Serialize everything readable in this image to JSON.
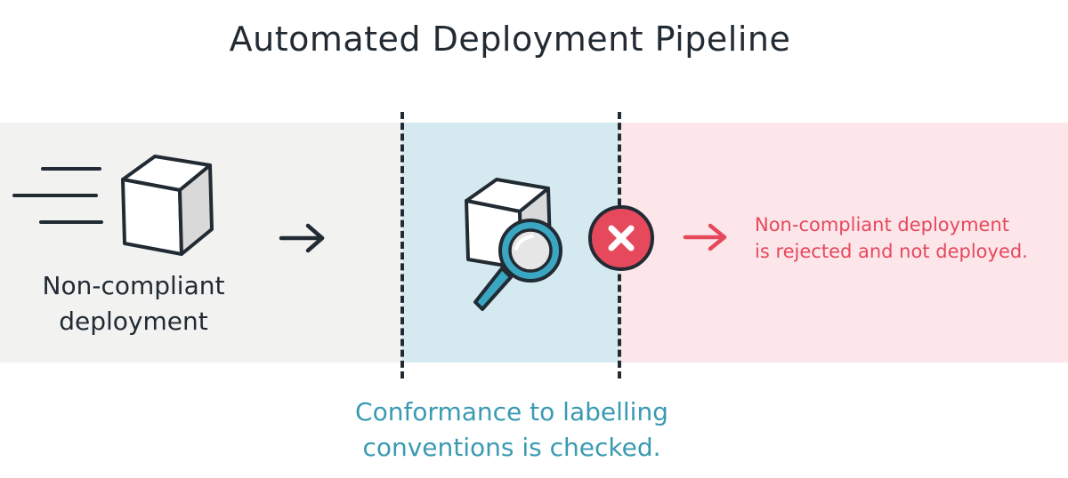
{
  "title": "Automated Deployment Pipeline",
  "stages": {
    "input": {
      "label_line1": "Non-compliant",
      "label_line2": "deployment"
    },
    "check": {
      "label_line1": "Conformance to labelling",
      "label_line2": "conventions is checked."
    },
    "result": {
      "label_line1": "Non-compliant deployment",
      "label_line2": "is rejected and not deployed."
    }
  },
  "colors": {
    "ink": "#222b33",
    "grey_band": "#f2f2f1",
    "blue_band": "#d4eaf0",
    "red_band": "#fce6e9",
    "accent_blue": "#3a9ab3",
    "accent_red": "#e6485c"
  },
  "icons": [
    "speed-lines-icon",
    "cube-icon",
    "arrow-right-icon",
    "magnifier-icon",
    "reject-x-icon"
  ]
}
